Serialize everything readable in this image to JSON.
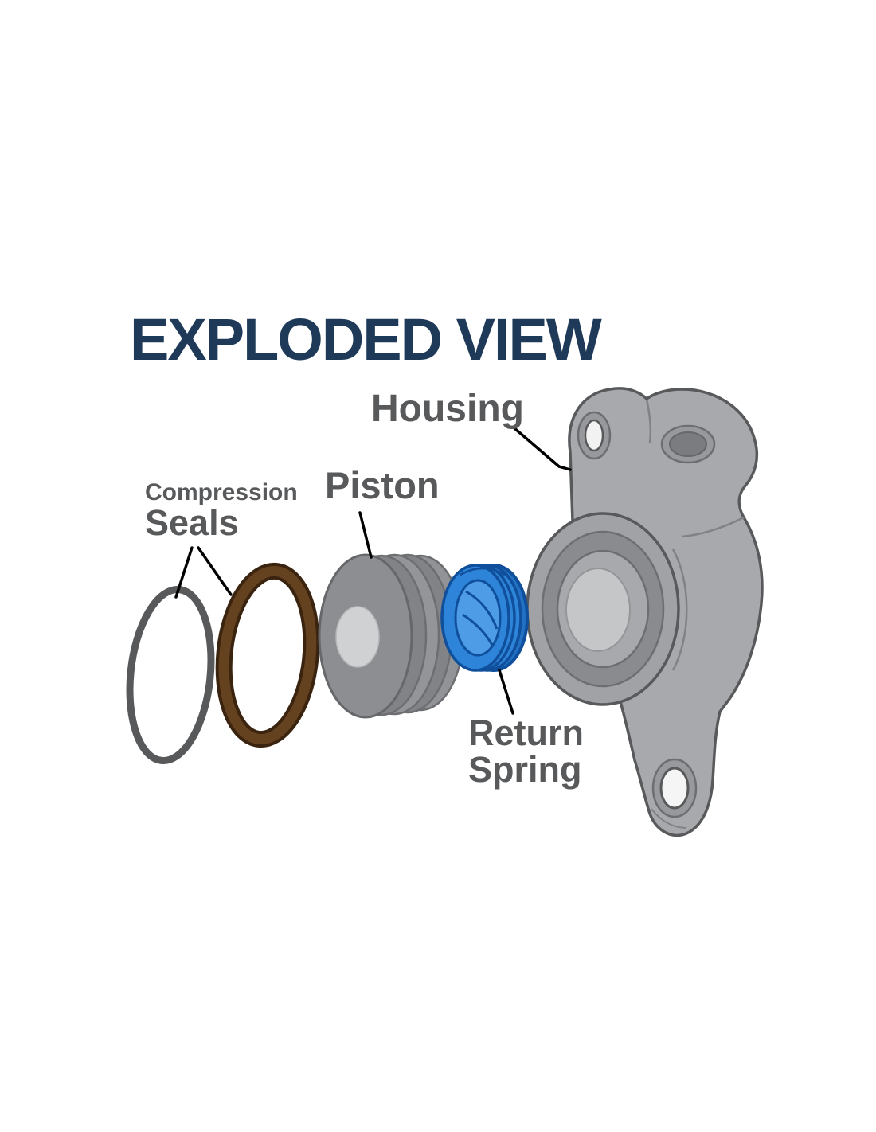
{
  "title": "EXPLODED VIEW",
  "labels": {
    "housing": "Housing",
    "piston": "Piston",
    "compression": "Compression",
    "seals": "Seals",
    "return": "Return",
    "spring": "Spring"
  },
  "colors": {
    "title_navy": "#1e3a58",
    "label_gray": "#58595b",
    "leader_line_black": "#000000",
    "seal_gray": "#58595b",
    "seal_brown": "#64411f",
    "piston_gray": "#8c8e91",
    "spring_blue": "#2e84d8",
    "spring_blue_dark": "#0f4f9b",
    "housing_gray": "#a7a9ac",
    "housing_outline": "#58595b",
    "background": "#ffffff"
  }
}
